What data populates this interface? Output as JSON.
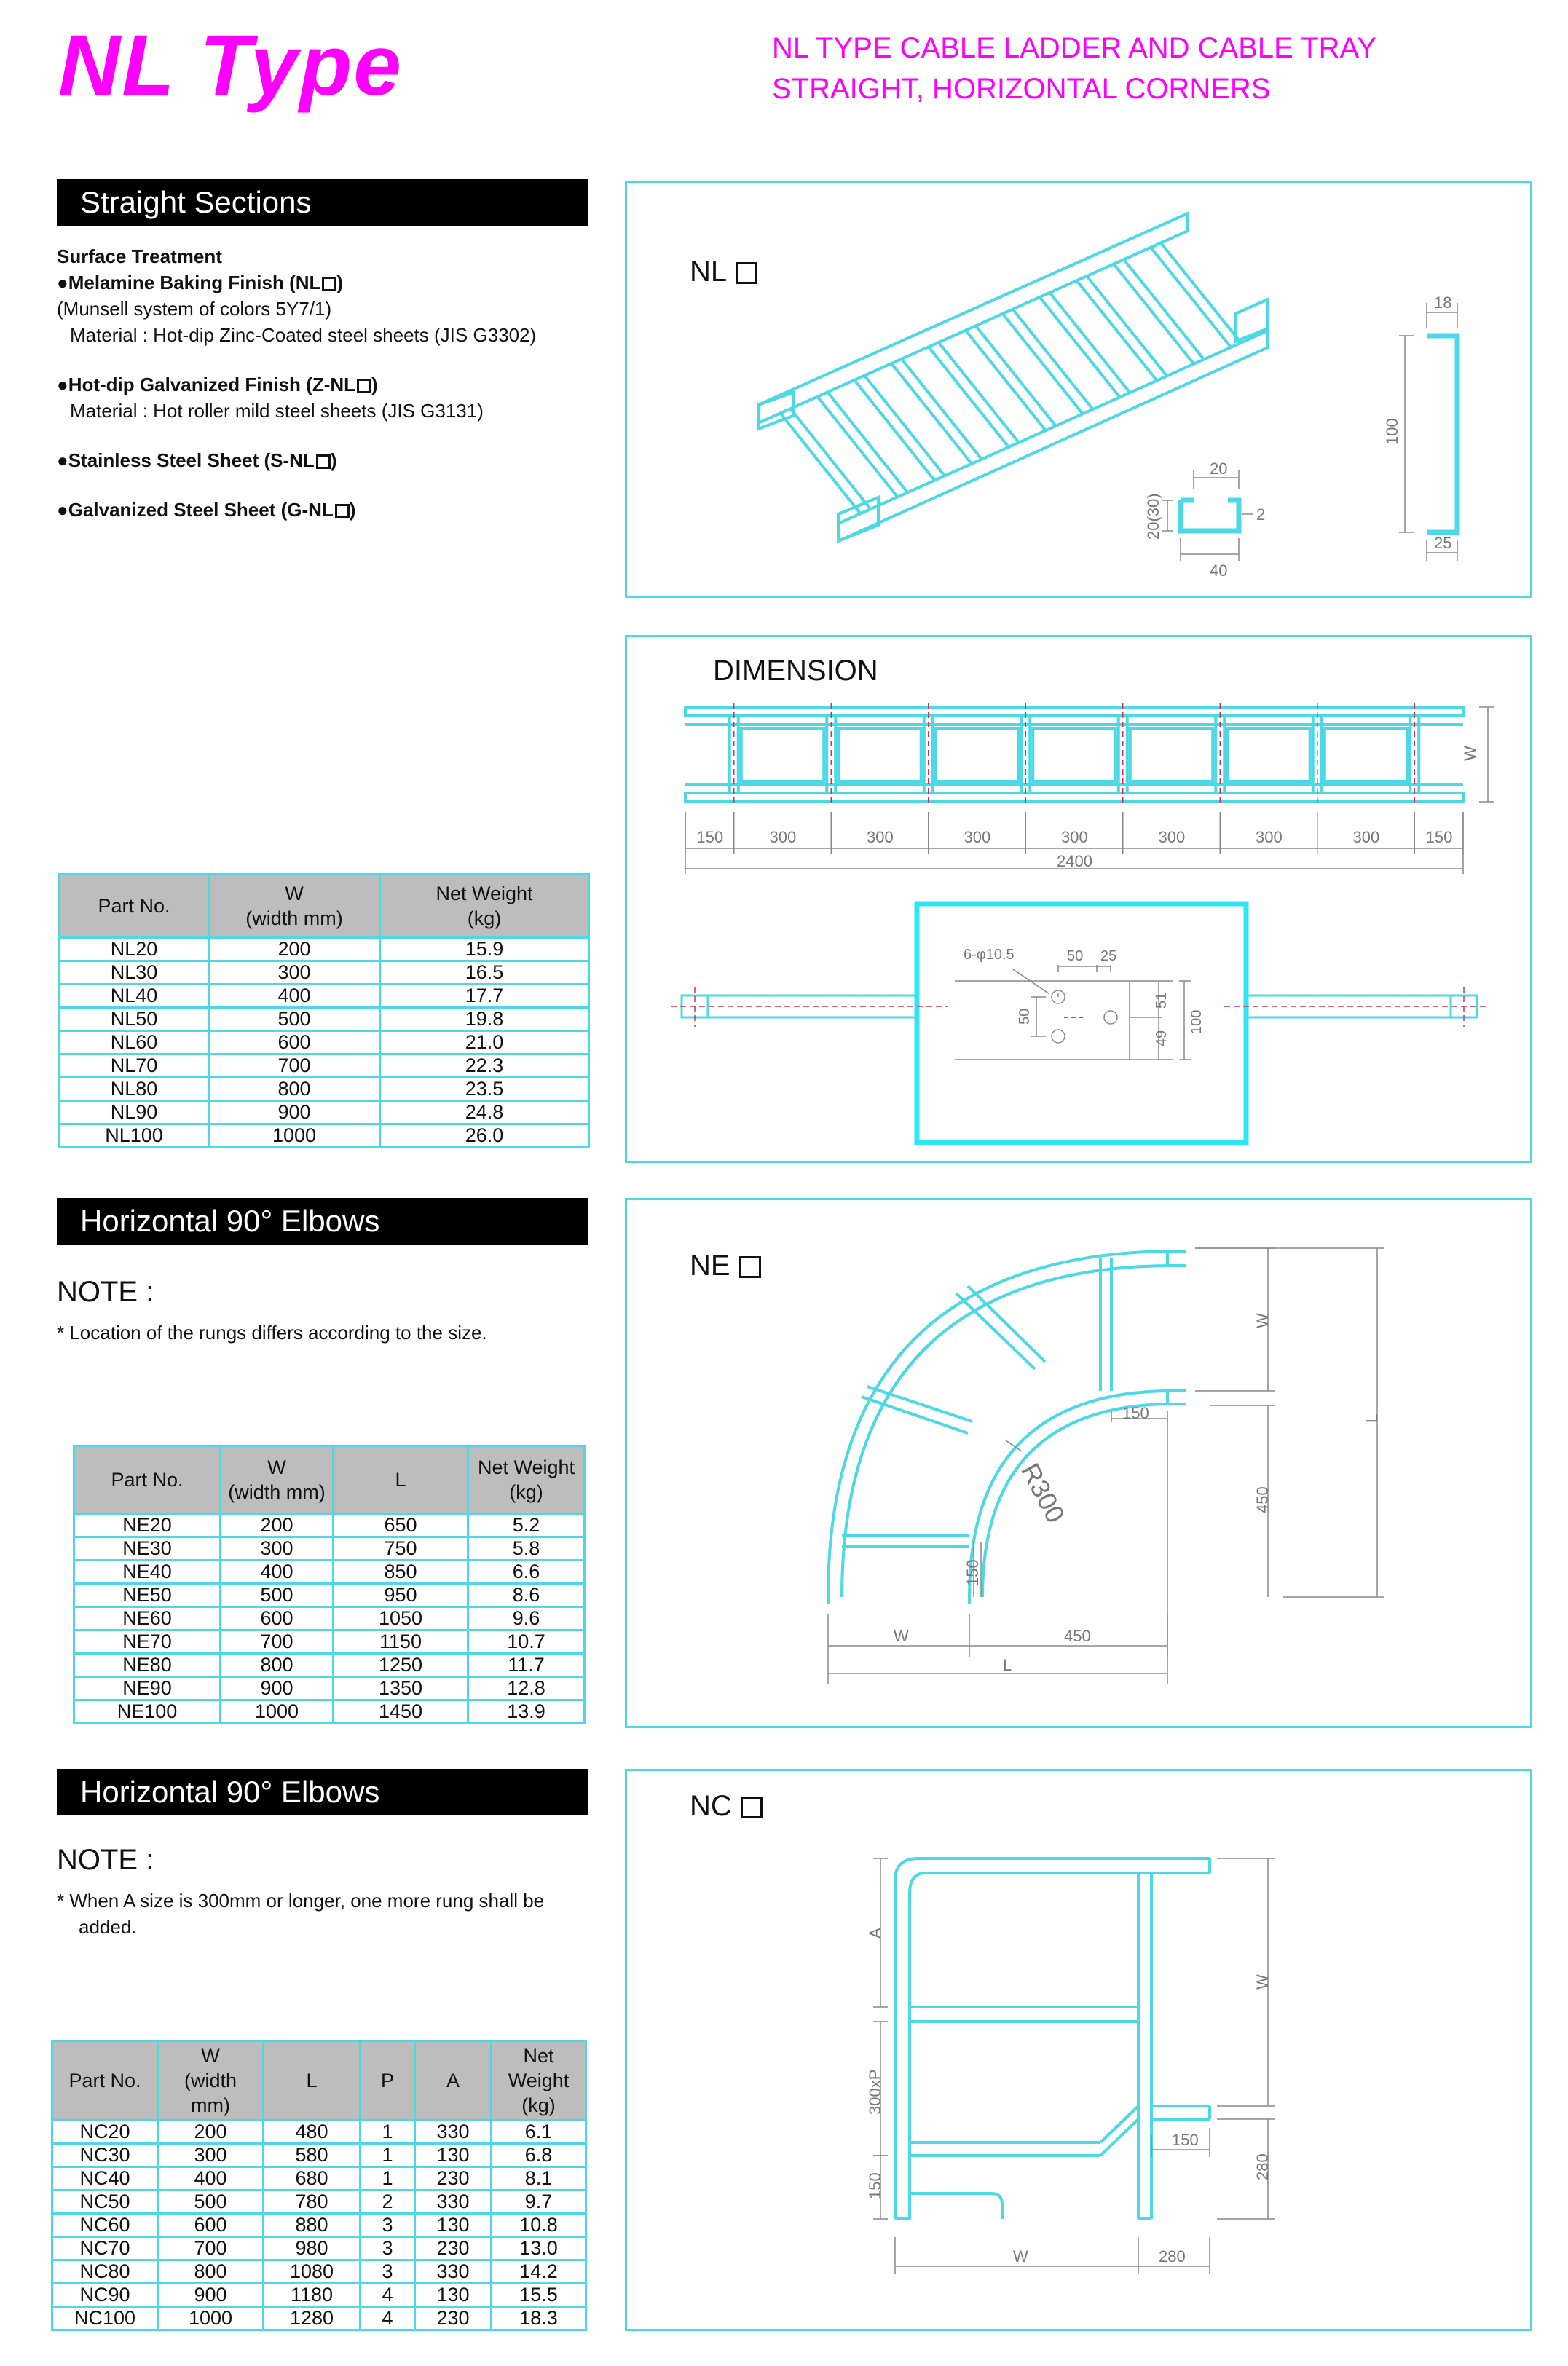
{
  "header": {
    "title": "NL Type",
    "subtitle_line1": "NL TYPE CABLE LADDER AND CABLE TRAY",
    "subtitle_line2": "STRAIGHT, HORIZONTAL CORNERS"
  },
  "straight": {
    "heading": "Straight Sections",
    "surface_title": "Surface Treatment",
    "opt1_title": "●Melamine Baking Finish (NL",
    "opt1_line1": "(Munsell system of colors 5Y7/1)",
    "opt1_line2": "Material : Hot-dip Zinc-Coated steel sheets (JIS G3302)",
    "opt2_title": "●Hot-dip Galvanized Finish (Z-NL",
    "opt2_line1": "Material : Hot roller mild steel sheets (JIS G3131)",
    "opt3_title": "●Stainless Steel Sheet (S-NL",
    "opt4_title": "●Galvanized Steel Sheet (G-NL",
    "close_paren": ")",
    "drawing_label": "NL",
    "dims": {
      "d18": "18",
      "d100": "100",
      "d25": "25",
      "d20": "20",
      "d2030": "20(30)",
      "d2": "2",
      "d40": "40"
    },
    "dimension_title": "DIMENSION",
    "dim_w": "W",
    "spans": [
      "150",
      "300",
      "300",
      "300",
      "300",
      "300",
      "300",
      "300",
      "150"
    ],
    "total": "2400",
    "detail": {
      "holes": "6-φ10.5",
      "d50a": "50",
      "d25": "25",
      "d50b": "50",
      "d51": "51",
      "d49": "49",
      "d100": "100"
    },
    "table": {
      "headers": [
        "Part No.",
        "W\n(width mm)",
        "Net Weight\n(kg)"
      ],
      "rows": [
        [
          "NL20",
          "200",
          "15.9"
        ],
        [
          "NL30",
          "300",
          "16.5"
        ],
        [
          "NL40",
          "400",
          "17.7"
        ],
        [
          "NL50",
          "500",
          "19.8"
        ],
        [
          "NL60",
          "600",
          "21.0"
        ],
        [
          "NL70",
          "700",
          "22.3"
        ],
        [
          "NL80",
          "800",
          "23.5"
        ],
        [
          "NL90",
          "900",
          "24.8"
        ],
        [
          "NL100",
          "1000",
          "26.0"
        ]
      ]
    }
  },
  "elbow": {
    "heading": "Horizontal 90° Elbows",
    "note_title": "NOTE :",
    "note_text": "* Location of the rungs differs according to the size.",
    "drawing_label": "NE",
    "dims": {
      "w_top": "W",
      "l_side": "L",
      "d150a": "150",
      "r300": "R300",
      "d450v": "450",
      "d150v": "150",
      "w_bot": "W",
      "d450h": "450",
      "l_bot": "L"
    },
    "table": {
      "headers": [
        "Part No.",
        "W\n(width mm)",
        "L",
        "Net Weight\n(kg)"
      ],
      "rows": [
        [
          "NE20",
          "200",
          "650",
          "5.2"
        ],
        [
          "NE30",
          "300",
          "750",
          "5.8"
        ],
        [
          "NE40",
          "400",
          "850",
          "6.6"
        ],
        [
          "NE50",
          "500",
          "950",
          "8.6"
        ],
        [
          "NE60",
          "600",
          "1050",
          "9.6"
        ],
        [
          "NE70",
          "700",
          "1150",
          "10.7"
        ],
        [
          "NE80",
          "800",
          "1250",
          "11.7"
        ],
        [
          "NE90",
          "900",
          "1350",
          "12.8"
        ],
        [
          "NE100",
          "1000",
          "1450",
          "13.9"
        ]
      ]
    }
  },
  "corner": {
    "heading": "Horizontal 90° Elbows",
    "note_title": "NOTE :",
    "note_line1": "* When A size is 300mm or longer, one more rung shall be",
    "note_line2": "added.",
    "drawing_label": "NC",
    "dims": {
      "a": "A",
      "p": "300xP",
      "d150v": "150",
      "w_side": "W",
      "d150h": "150",
      "d280v": "280",
      "w_bot": "W",
      "d280h": "280"
    },
    "table": {
      "headers": [
        "Part No.",
        "W\n(width mm)",
        "L",
        "P",
        "A",
        "Net Weight\n(kg)"
      ],
      "rows": [
        [
          "NC20",
          "200",
          "480",
          "1",
          "330",
          "6.1"
        ],
        [
          "NC30",
          "300",
          "580",
          "1",
          "130",
          "6.8"
        ],
        [
          "NC40",
          "400",
          "680",
          "1",
          "230",
          "8.1"
        ],
        [
          "NC50",
          "500",
          "780",
          "2",
          "330",
          "9.7"
        ],
        [
          "NC60",
          "600",
          "880",
          "3",
          "130",
          "10.8"
        ],
        [
          "NC70",
          "700",
          "980",
          "3",
          "230",
          "13.0"
        ],
        [
          "NC80",
          "800",
          "1080",
          "3",
          "330",
          "14.2"
        ],
        [
          "NC90",
          "900",
          "1180",
          "4",
          "130",
          "15.5"
        ],
        [
          "NC100",
          "1000",
          "1280",
          "4",
          "230",
          "18.3"
        ]
      ]
    }
  },
  "colors": {
    "magenta": "#ff00ff",
    "cyan": "#4dd8e6",
    "gray": "#bdbdbd"
  }
}
